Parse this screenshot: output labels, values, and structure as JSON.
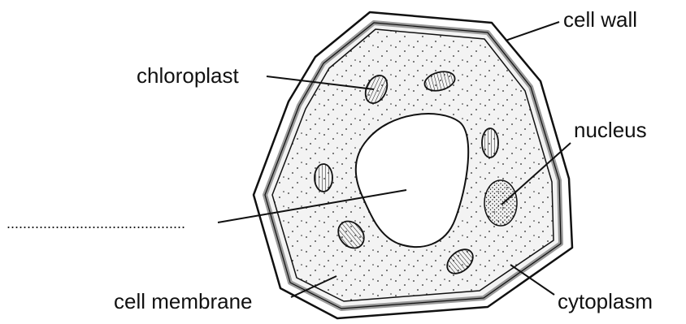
{
  "labels": {
    "cell_wall": "cell wall",
    "chloroplast": "chloroplast",
    "nucleus": "nucleus",
    "cell_membrane": "cell membrane",
    "cytoplasm": "cytoplasm"
  },
  "answer_line": "............................................",
  "colors": {
    "line": "#111111",
    "membrane": "#9a9a9a",
    "nucleus_fill": "#e6e6e6",
    "background": "#ffffff"
  }
}
